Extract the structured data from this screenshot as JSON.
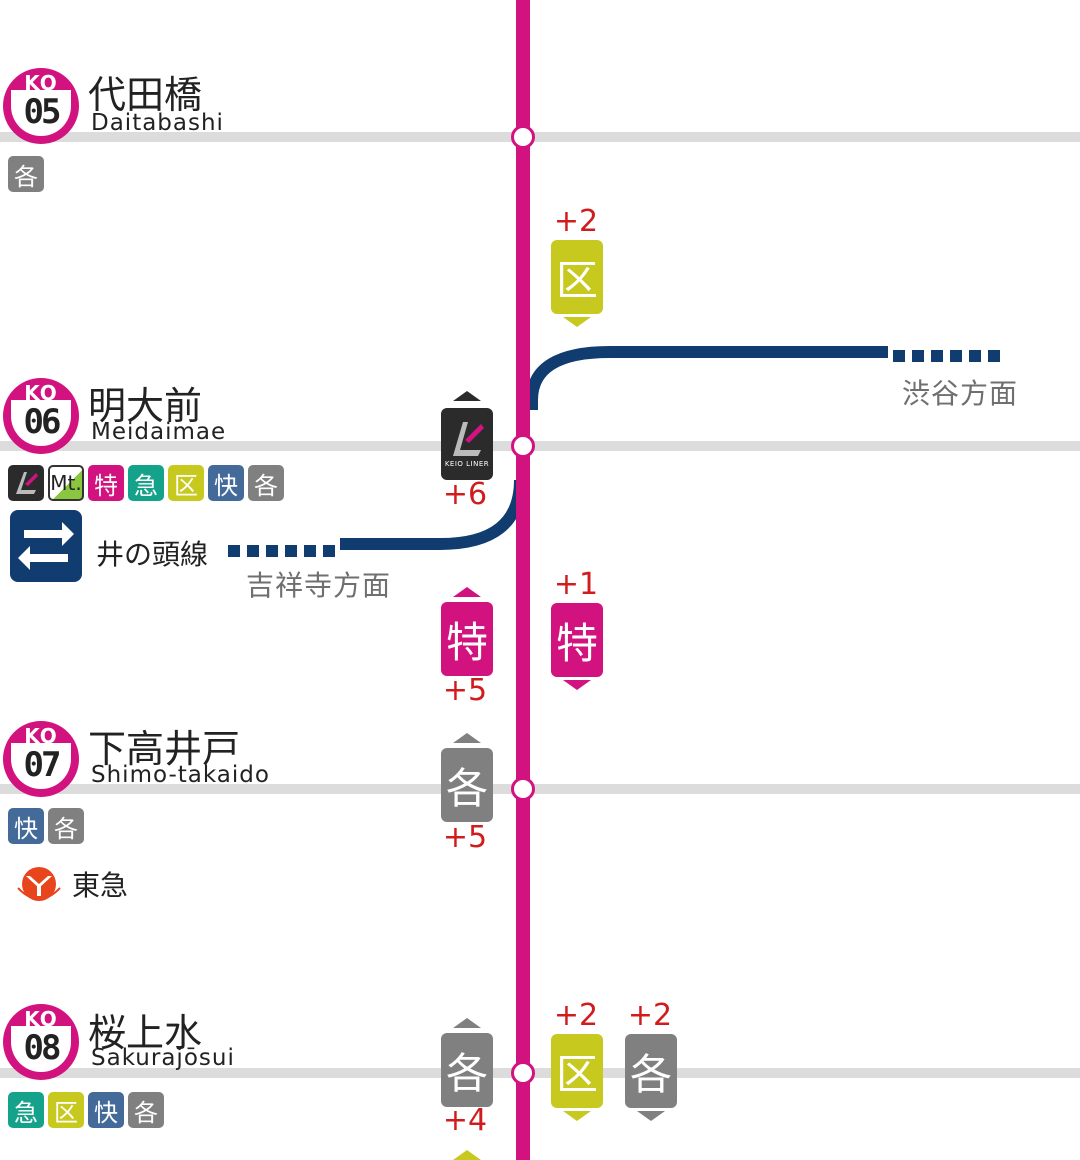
{
  "colors": {
    "keio_line": "#d2137f",
    "branch_line": "#103c70",
    "local": "#808080",
    "rapid": "#436a99",
    "semi_express": "#c8c91e",
    "express": "#15a28a",
    "limited_express": "#d2137f",
    "delta_red": "#d01c1c"
  },
  "stations": [
    {
      "code_prefix": "KO",
      "number": "05",
      "name_jp": "代田橋",
      "name_en": "Daitabashi",
      "services": [
        "各"
      ]
    },
    {
      "code_prefix": "KO",
      "number": "06",
      "name_jp": "明大前",
      "name_en": "Meidaimae",
      "services": [
        "liner",
        "Mt.",
        "特",
        "急",
        "区",
        "快",
        "各"
      ]
    },
    {
      "code_prefix": "KO",
      "number": "07",
      "name_jp": "下高井戸",
      "name_en": "Shimo-takaido",
      "services": [
        "快",
        "各"
      ]
    },
    {
      "code_prefix": "KO",
      "number": "08",
      "name_jp": "桜上水",
      "name_en": "Sakurajōsui",
      "services": [
        "急",
        "区",
        "快",
        "各"
      ]
    }
  ],
  "transfers": {
    "inokashira_label": "井の頭線",
    "inokashira_icon": "transfer-arrows-icon",
    "tokyu_label": "東急",
    "tokyu_icon": "tokyu-logo-icon",
    "shibuya_direction": "渋谷方面",
    "kichijoji_direction": "吉祥寺方面"
  },
  "train_markers": {
    "m1": {
      "kind": "区",
      "delta": "+2"
    },
    "m2": {
      "kind": "liner",
      "label": "KEIO LINER",
      "delta": "+6"
    },
    "m3": {
      "kind": "特",
      "delta": "+5"
    },
    "m4": {
      "kind": "特",
      "delta": "+1"
    },
    "m5": {
      "kind": "各",
      "delta": "+5"
    },
    "m6": {
      "kind": "各",
      "delta": "+4"
    },
    "m7": {
      "kind": "区",
      "delta": "+2"
    },
    "m8": {
      "kind": "各",
      "delta": "+2"
    }
  }
}
